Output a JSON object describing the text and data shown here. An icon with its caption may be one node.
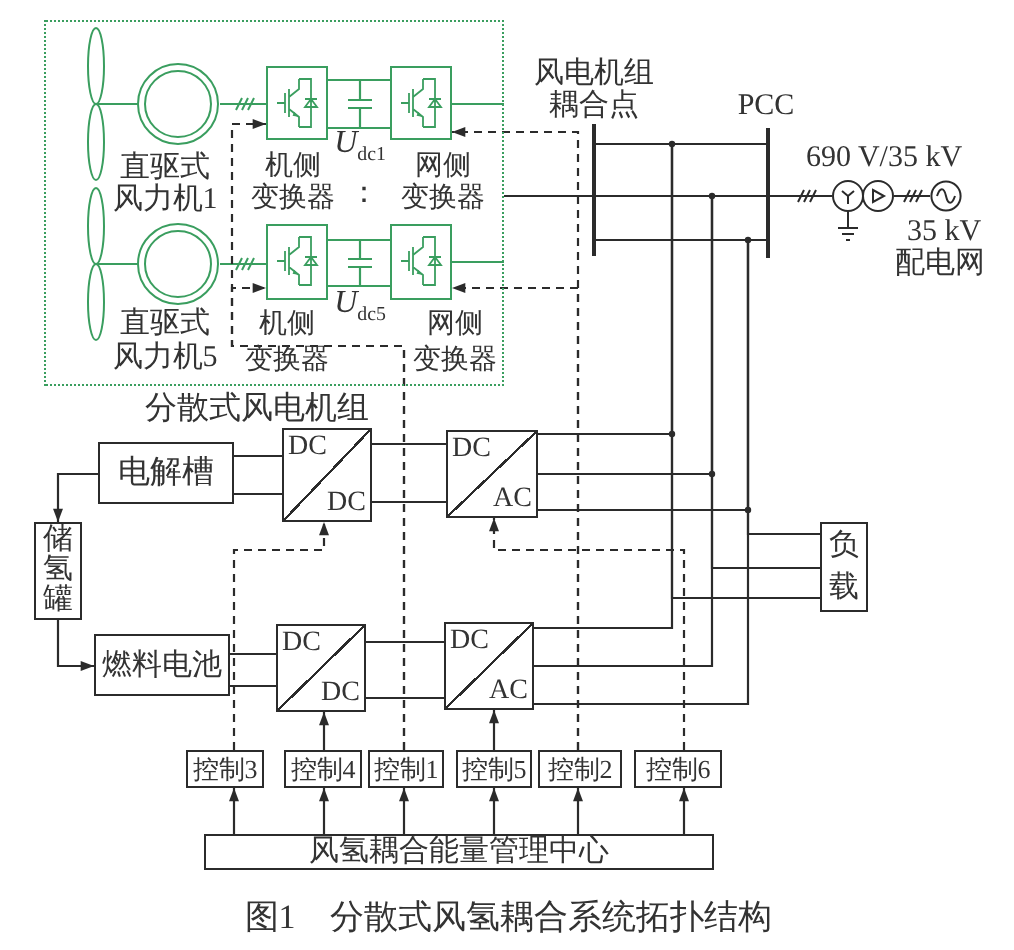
{
  "diagram": {
    "caption": "图1　分散式风氢耦合系统拓扑结构",
    "nodes": [
      {
        "text": [
          "分散式风电机组"
        ]
      },
      {
        "text": [
          "直驱式风力机1"
        ],
        "in": 0
      },
      {
        "text": [
          "机侧变换器"
        ],
        "in": 0
      },
      {
        "text": [
          "网侧变换器"
        ],
        "in": 0
      },
      {
        "text": [
          "直驱式风力机5"
        ],
        "in": 0
      },
      {
        "text": [
          "机侧变换器"
        ],
        "in": 0
      },
      {
        "text": [
          "网侧变换器"
        ],
        "in": 0
      },
      {
        "text": [
          "风电机组耦合点"
        ]
      },
      {
        "text": [
          "PCC"
        ]
      },
      {
        "text": [],
        "shape": "circle"
      },
      {
        "text": [
          "35 kV",
          "配电网"
        ]
      },
      {
        "text": [
          "电解槽"
        ]
      },
      {
        "text": [
          "DC",
          "DC"
        ]
      },
      {
        "text": [
          "DC",
          "AC"
        ]
      },
      {
        "text": [
          "储氢罐"
        ]
      },
      {
        "text": [
          "负载"
        ]
      },
      {
        "text": [
          "燃料电池"
        ]
      },
      {
        "text": [
          "DC",
          "DC"
        ]
      },
      {
        "text": [
          "DC",
          "AC"
        ]
      },
      {
        "text": [
          "控制3"
        ]
      },
      {
        "text": [
          "控制4"
        ]
      },
      {
        "text": [
          "控制1"
        ]
      },
      {
        "text": [
          "控制5"
        ]
      },
      {
        "text": [
          "控制2"
        ]
      },
      {
        "text": [
          "控制6"
        ]
      },
      {
        "text": [
          "风氢耦合能量管理中心"
        ]
      }
    ],
    "edges": [
      {
        "from": 1,
        "to": 2,
        "arrow": "none",
        "color": "#3a9e5f"
      },
      {
        "from": 2,
        "to": 3,
        "arrow": "none",
        "color": "#3a9e5f"
      },
      {
        "from": 2,
        "to": 3,
        "arrow": "none",
        "color": "#3a9e5f"
      },
      {
        "from": 3,
        "to": 0,
        "arrow": "none",
        "color": "#3a9e5f"
      },
      {
        "from": 4,
        "to": 5,
        "arrow": "none",
        "color": "#3a9e5f"
      },
      {
        "from": 5,
        "to": 6,
        "arrow": "none",
        "color": "#3a9e5f"
      },
      {
        "from": 5,
        "to": 6,
        "arrow": "none",
        "color": "#3a9e5f"
      },
      {
        "from": 6,
        "to": 0,
        "arrow": "none",
        "color": "#3a9e5f"
      },
      {
        "from": 0,
        "to": 7,
        "arrow": "none"
      },
      {
        "from": 7,
        "to": 8,
        "arrow": "none"
      },
      {
        "from": 7,
        "to": 8,
        "arrow": "none"
      },
      {
        "from": 7,
        "to": 8,
        "arrow": "none"
      },
      {
        "from": 8,
        "to": 9,
        "arrow": "none"
      },
      {
        "from": 9,
        "to": 10,
        "arrow": "none"
      },
      {
        "from": 7,
        "to": 13,
        "arrow": "none"
      },
      {
        "from": 7,
        "to": 13,
        "arrow": "none"
      },
      {
        "from": 7,
        "to": 13,
        "arrow": "none"
      },
      {
        "from": 7,
        "to": 15,
        "arrow": "none"
      },
      {
        "from": 7,
        "to": 15,
        "arrow": "none"
      },
      {
        "from": 7,
        "to": 15,
        "arrow": "none"
      },
      {
        "from": 7,
        "to": 18,
        "arrow": "none"
      },
      {
        "from": 7,
        "to": 18,
        "arrow": "none"
      },
      {
        "from": 7,
        "to": 18,
        "arrow": "none"
      },
      {
        "from": 11,
        "to": 12,
        "arrow": "none"
      },
      {
        "from": 11,
        "to": 12,
        "arrow": "none"
      },
      {
        "from": 12,
        "to": 13,
        "arrow": "none"
      },
      {
        "from": 12,
        "to": 13,
        "arrow": "none"
      },
      {
        "from": 11,
        "to": 14,
        "arrow": "to"
      },
      {
        "from": 14,
        "to": 16,
        "arrow": "to"
      },
      {
        "from": 16,
        "to": 17,
        "arrow": "none"
      },
      {
        "from": 16,
        "to": 17,
        "arrow": "none"
      },
      {
        "from": 17,
        "to": 18,
        "arrow": "none"
      },
      {
        "from": 17,
        "to": 18,
        "arrow": "none"
      },
      {
        "from": 21,
        "to": 2,
        "arrow": "to",
        "style": "dashed"
      },
      {
        "from": 21,
        "to": 5,
        "arrow": "to",
        "style": "dashed"
      },
      {
        "from": 23,
        "to": 3,
        "arrow": "to",
        "style": "dashed"
      },
      {
        "from": 23,
        "to": 6,
        "arrow": "to",
        "style": "dashed"
      },
      {
        "from": 19,
        "to": 12,
        "arrow": "to",
        "style": "dashed"
      },
      {
        "from": 20,
        "to": 17,
        "arrow": "to"
      },
      {
        "from": 22,
        "to": 18,
        "arrow": "to"
      },
      {
        "from": 24,
        "to": 13,
        "arrow": "to",
        "style": "dashed"
      },
      {
        "from": 25,
        "to": 19,
        "arrow": "to"
      },
      {
        "from": 25,
        "to": 20,
        "arrow": "to"
      },
      {
        "from": 25,
        "to": 21,
        "arrow": "to"
      },
      {
        "from": 25,
        "to": 22,
        "arrow": "to"
      },
      {
        "from": 25,
        "to": 23,
        "arrow": "to"
      },
      {
        "from": 25,
        "to": 24,
        "arrow": "to"
      }
    ],
    "labels": [
      "*U*$_{dc1}$",
      "690 V/35 kV",
      "：",
      "*U*$_{dc5}$"
    ]
  }
}
